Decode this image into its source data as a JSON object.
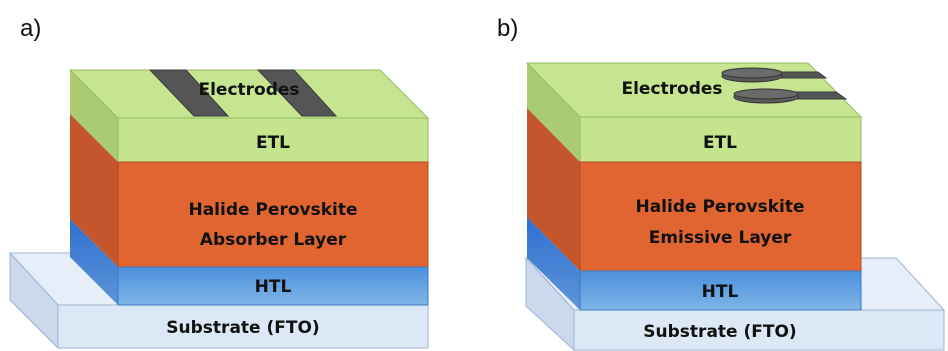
{
  "panels": [
    {
      "label": "a)",
      "layers": {
        "electrodes": "Electrodes",
        "etl": "ETL",
        "perovskite_line1": "Halide Perovskite",
        "perovskite_line2": "Absorber Layer",
        "htl": "HTL",
        "substrate": "Substrate (FTO)"
      }
    },
    {
      "label": "b)",
      "layers": {
        "electrodes": "Electrodes",
        "etl": "ETL",
        "perovskite_line1": "Halide Perovskite",
        "perovskite_line2": "Emissive Layer",
        "htl": "HTL",
        "substrate": "Substrate (FTO)"
      }
    }
  ],
  "colors": {
    "electrode_layer": "#c4e58e",
    "etl": "#c4e58e",
    "perovskite": "#e06530",
    "htl": "#5c9ee0",
    "substrate": "#dce8f6",
    "electrode_metal": "#555555"
  }
}
